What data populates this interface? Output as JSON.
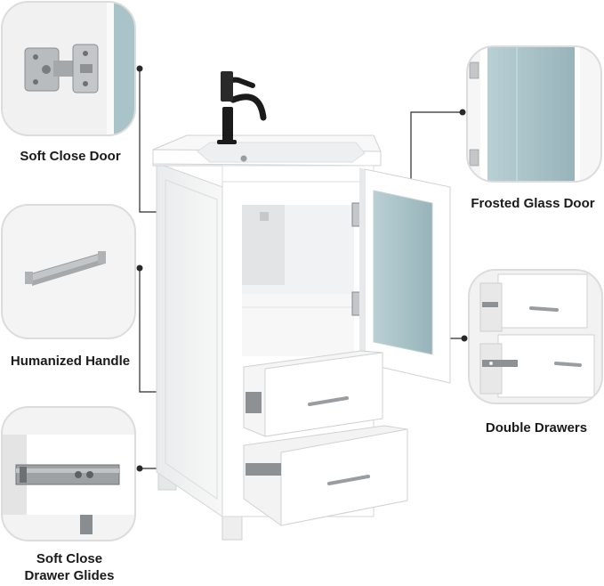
{
  "features": {
    "soft_close_door": "Soft Close Door",
    "frosted_glass_door": "Frosted Glass Door",
    "humanized_handle": "Humanized Handle",
    "double_drawers": "Double Drawers",
    "soft_close_drawer_glides_line1": "Soft Close",
    "soft_close_drawer_glides_line2": "Drawer Glides"
  },
  "colors": {
    "frame": "#e6e6e6",
    "cabinet": "#ffffff",
    "cabinet_shade": "#eceeef",
    "glass": "#a9c4c9",
    "faucet": "#1b1b1b",
    "callout_line": "#2a2a2a",
    "label": "#1a1a1a"
  },
  "icons": {
    "hinge": "hinge-icon",
    "handle": "handle-icon",
    "glide": "drawer-glide-icon",
    "faucet": "faucet-icon"
  }
}
